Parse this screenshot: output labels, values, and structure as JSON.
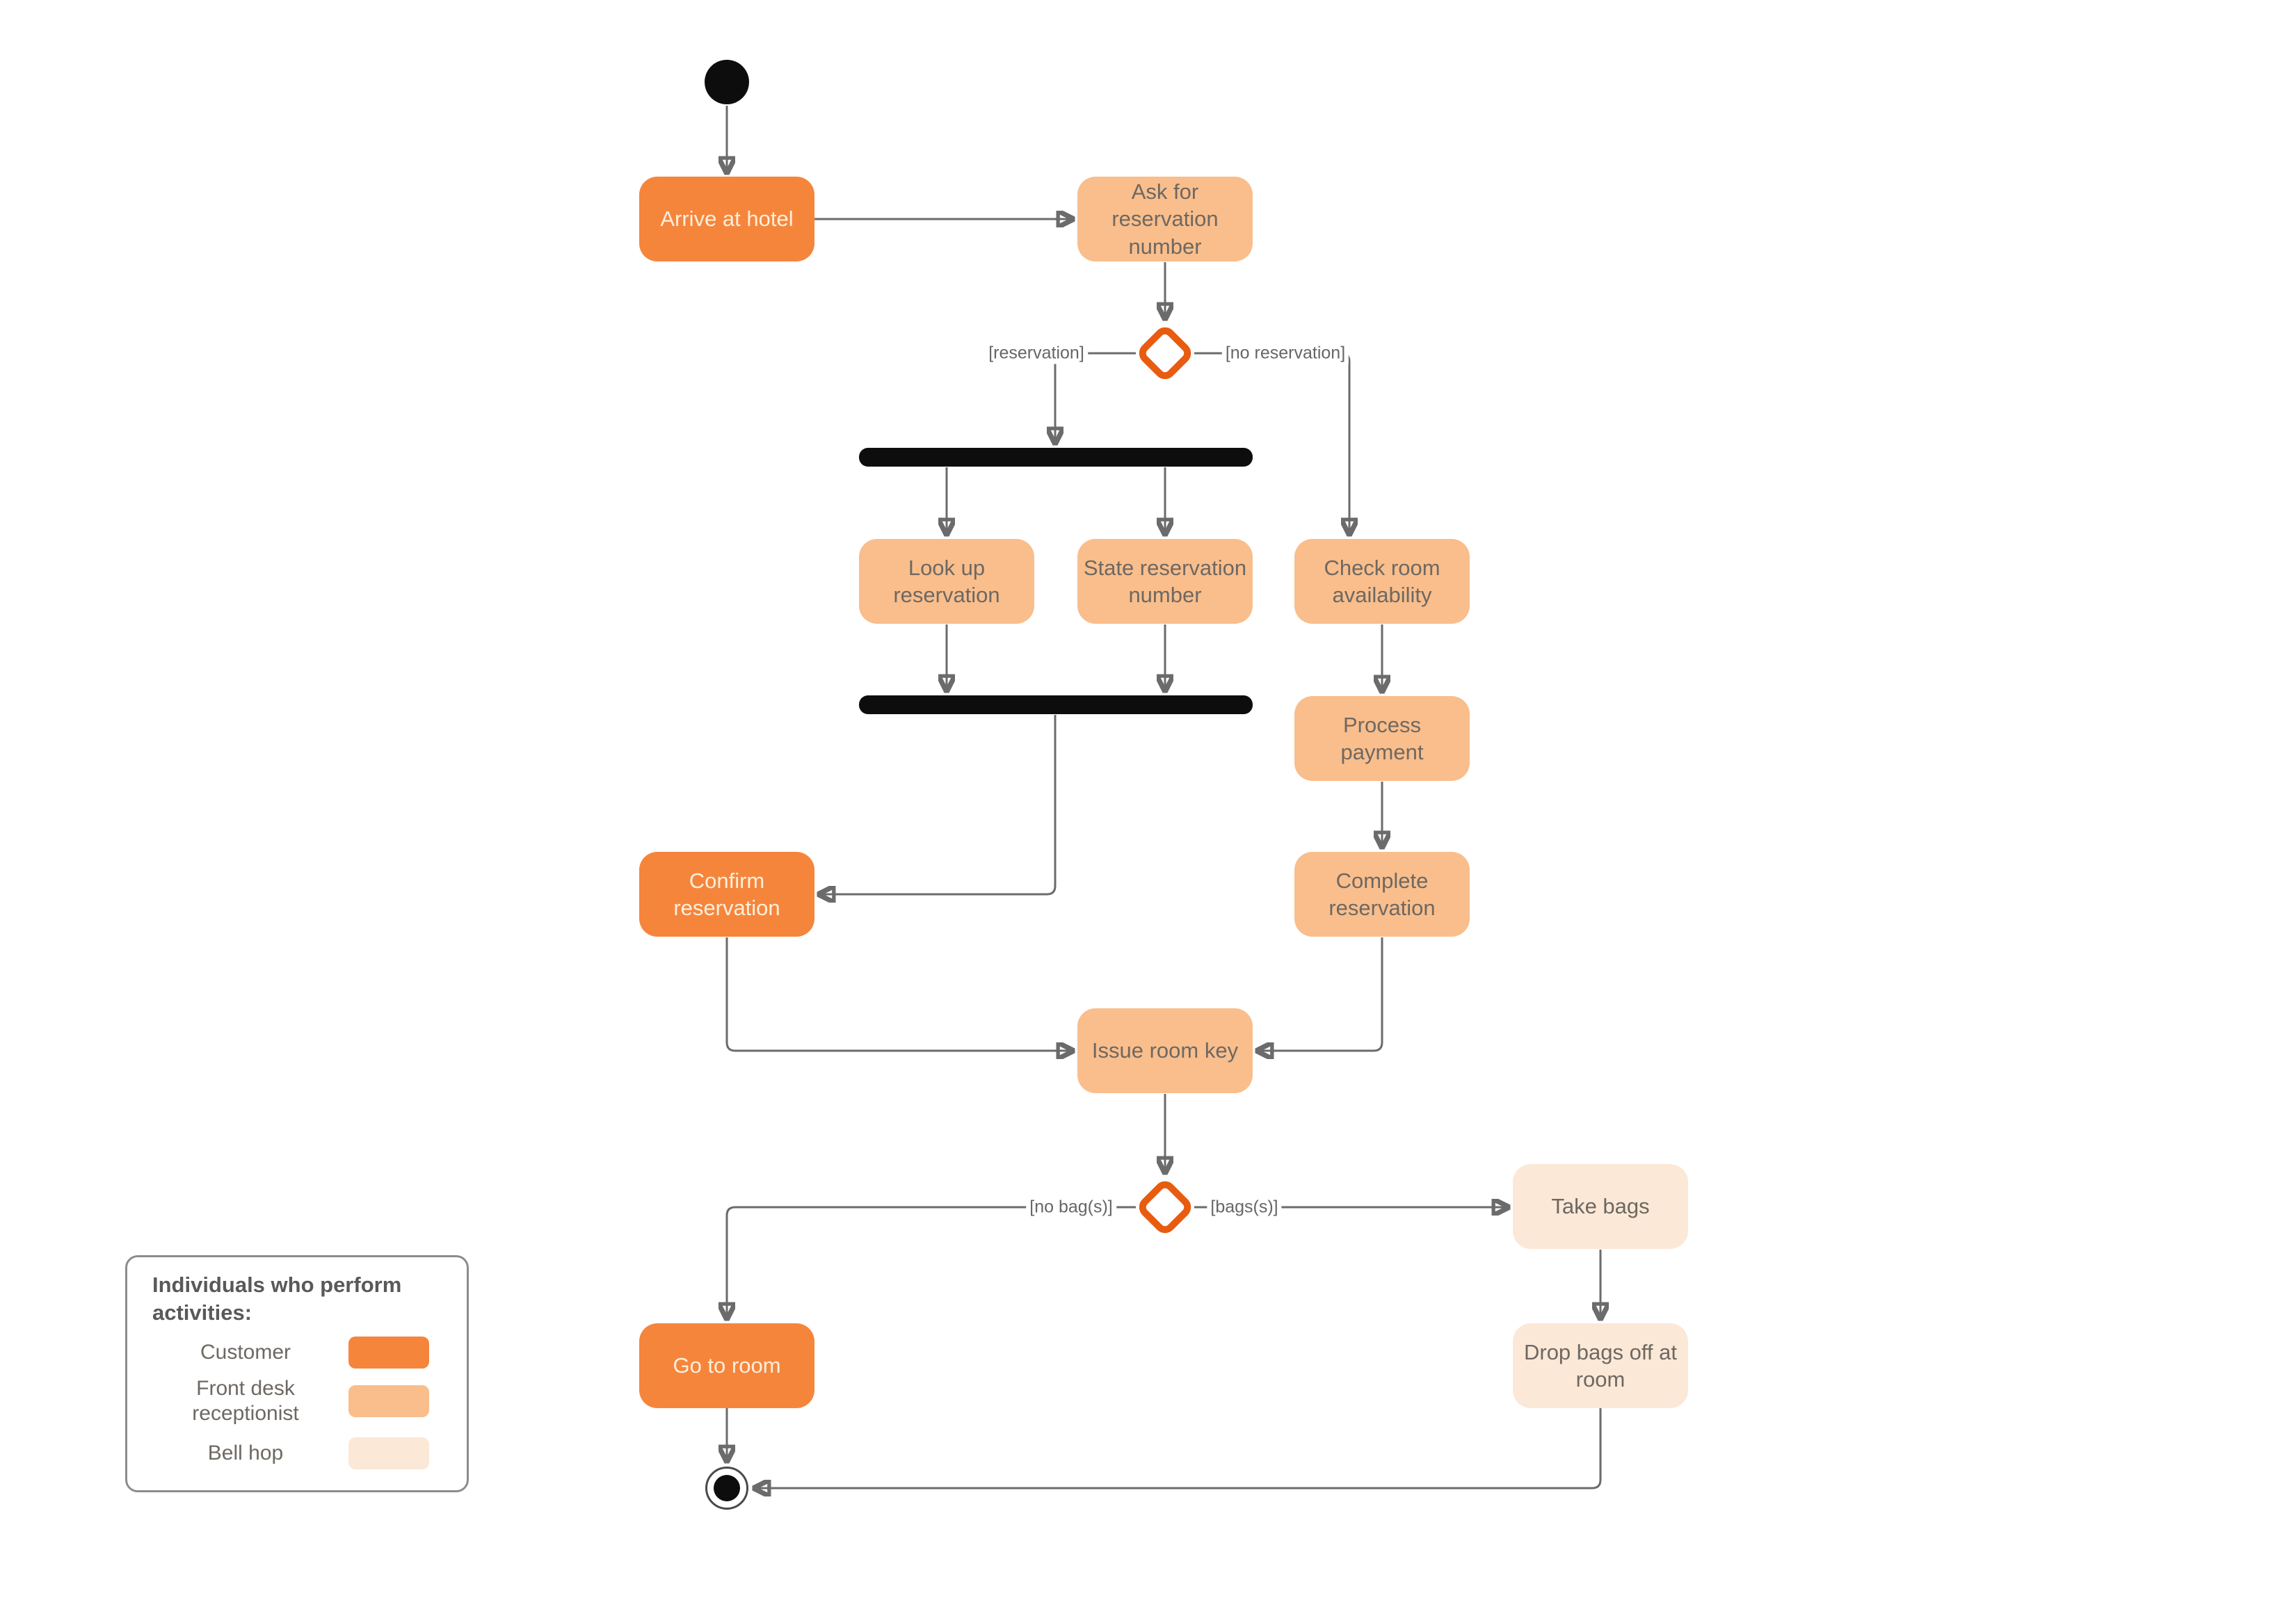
{
  "diagram": {
    "type": "uml-activity-diagram",
    "subject": "Hotel check-in process",
    "nodes": {
      "arrive": {
        "label": "Arrive at hotel"
      },
      "ask": {
        "label": "Ask for\nreservation\nnumber"
      },
      "lookup": {
        "label": "Look up\nreservation"
      },
      "state": {
        "label": "State reservation\nnumber"
      },
      "check": {
        "label": "Check room\navailability"
      },
      "process": {
        "label": "Process\npayment"
      },
      "complete": {
        "label": "Complete\nreservation"
      },
      "confirm": {
        "label": "Confirm\nreservation"
      },
      "issue": {
        "label": "Issue room key"
      },
      "take": {
        "label": "Take bags"
      },
      "go": {
        "label": "Go to room"
      },
      "drop": {
        "label": "Drop bags off at\nroom"
      }
    },
    "edge_labels": {
      "reservation": "[reservation]",
      "no_reservation": "[no reservation]",
      "no_bags": "[no bag(s)]",
      "bags": "[bags(s)]"
    },
    "colors": {
      "customer": "#F6853C",
      "receptionist": "#F9BE8C",
      "bellhop": "#FBE8D7",
      "decision_border": "#E85C10",
      "connector": "#6B6B6B",
      "bar": "#0D0D0D"
    },
    "legend": {
      "title": "Individuals who perform\nactivities:",
      "items": [
        {
          "label": "Customer",
          "color": "#F6853C"
        },
        {
          "label": "Front desk\nreceptionist",
          "color": "#F9BE8C"
        },
        {
          "label": "Bell hop",
          "color": "#FBE8D7"
        }
      ]
    }
  }
}
